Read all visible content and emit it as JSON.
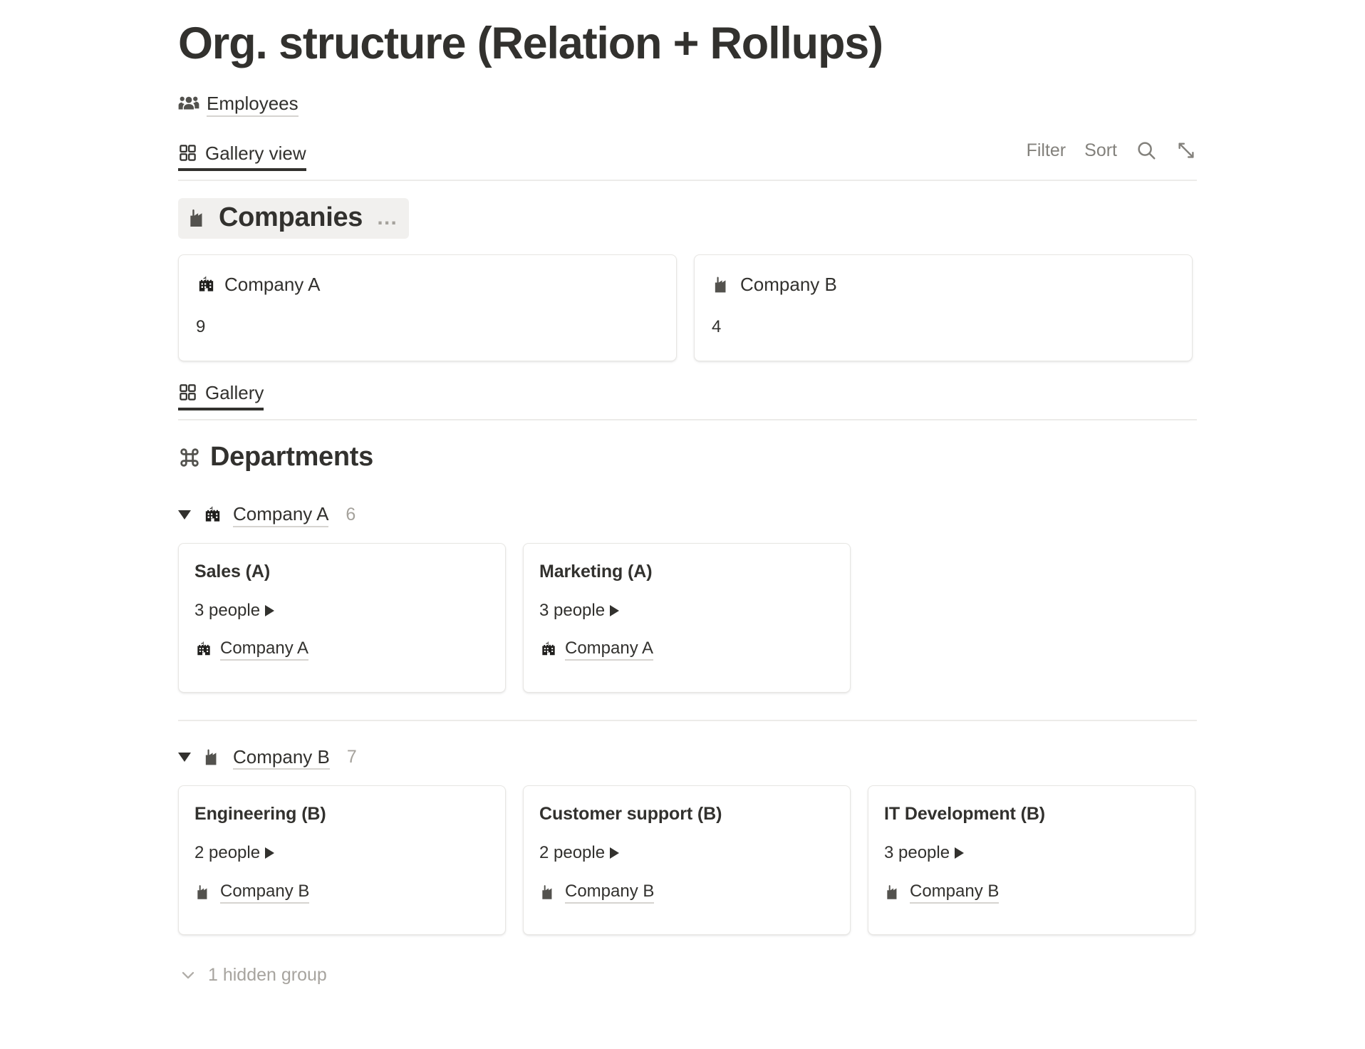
{
  "page": {
    "title": "Org. structure (Relation + Rollups)"
  },
  "source": {
    "icon": "people-group-icon",
    "label": "Employees"
  },
  "toolbar": {
    "view_tab": {
      "icon": "gallery-grid-icon",
      "label": "Gallery view"
    },
    "filter_label": "Filter",
    "sort_label": "Sort",
    "search_icon": "search-icon",
    "expand_icon": "expand-diagonal-icon"
  },
  "companies_section": {
    "icon": "factory-icon",
    "title": "Companies",
    "menu": "…",
    "cards": [
      {
        "icon": "school-building-icon",
        "title": "Company A",
        "metric": "9"
      },
      {
        "icon": "factory-icon",
        "title": "Company B",
        "metric": "4"
      }
    ]
  },
  "gallery_tab": {
    "icon": "gallery-grid-icon",
    "label": "Gallery"
  },
  "departments_section": {
    "icon": "command-icon",
    "title": "Departments",
    "groups": [
      {
        "icon": "school-building-icon",
        "label": "Company A",
        "count": "6",
        "cards": [
          {
            "title": "Sales (A)",
            "people": "3 people",
            "relation_icon": "school-building-icon",
            "relation": "Company A"
          },
          {
            "title": "Marketing (A)",
            "people": "3 people",
            "relation_icon": "school-building-icon",
            "relation": "Company A"
          }
        ]
      },
      {
        "icon": "factory-icon",
        "label": "Company B",
        "count": "7",
        "cards": [
          {
            "title": "Engineering (B)",
            "people": "2 people",
            "relation_icon": "factory-icon",
            "relation": "Company B"
          },
          {
            "title": "Customer support (B)",
            "people": "2 people",
            "relation_icon": "factory-icon",
            "relation": "Company B"
          },
          {
            "title": "IT Development (B)",
            "people": "3 people",
            "relation_icon": "factory-icon",
            "relation": "Company B"
          }
        ]
      }
    ]
  },
  "footer": {
    "chevron_icon": "chevron-down-icon",
    "hidden_group_label": "1 hidden group"
  },
  "colors": {
    "text": "#32312e",
    "muted": "#a5a29c",
    "border": "#e7e6e3",
    "highlight": "#f1f0ee"
  }
}
